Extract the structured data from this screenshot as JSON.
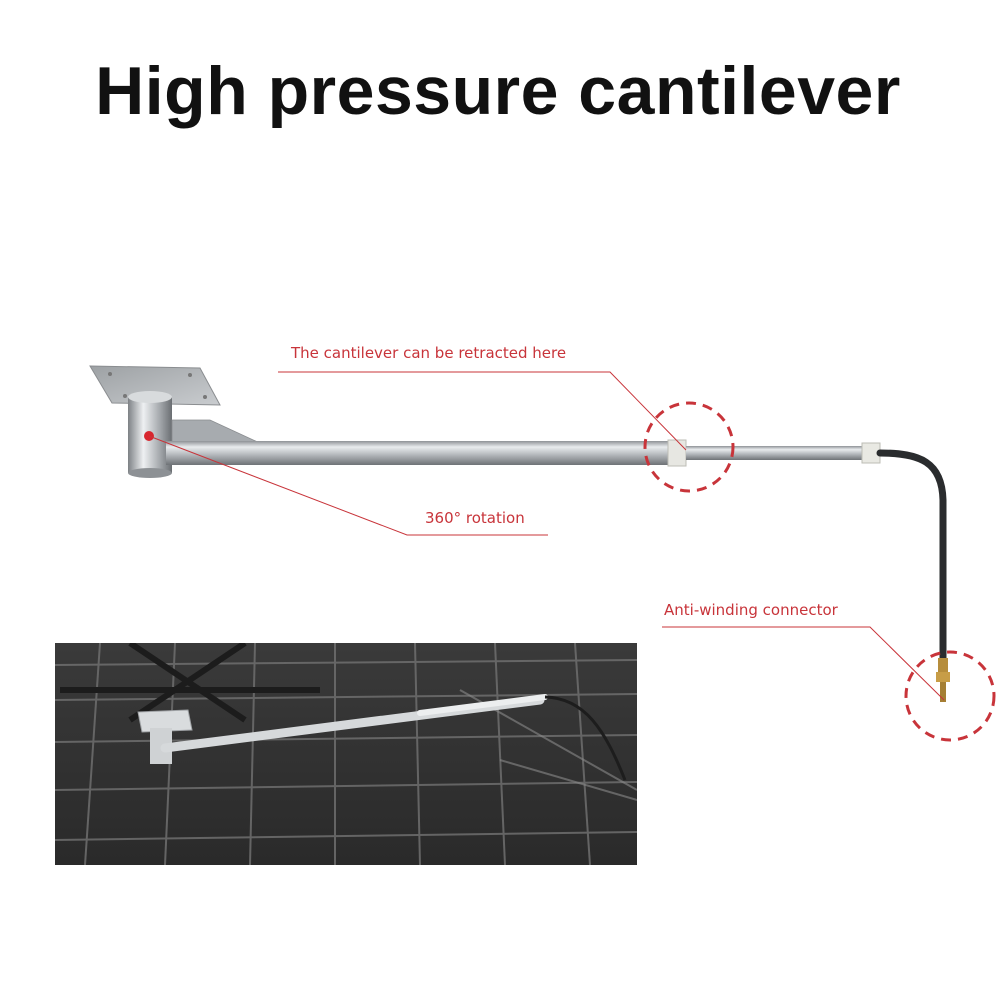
{
  "title": "High pressure cantilever",
  "callouts": {
    "retract": "The cantilever can be retracted here",
    "rotation": "360° rotation",
    "connector": "Anti-winding connector"
  },
  "colors": {
    "callout": "#c8343a",
    "steel": "#bfc3c7",
    "hose": "#2a2c2e"
  }
}
